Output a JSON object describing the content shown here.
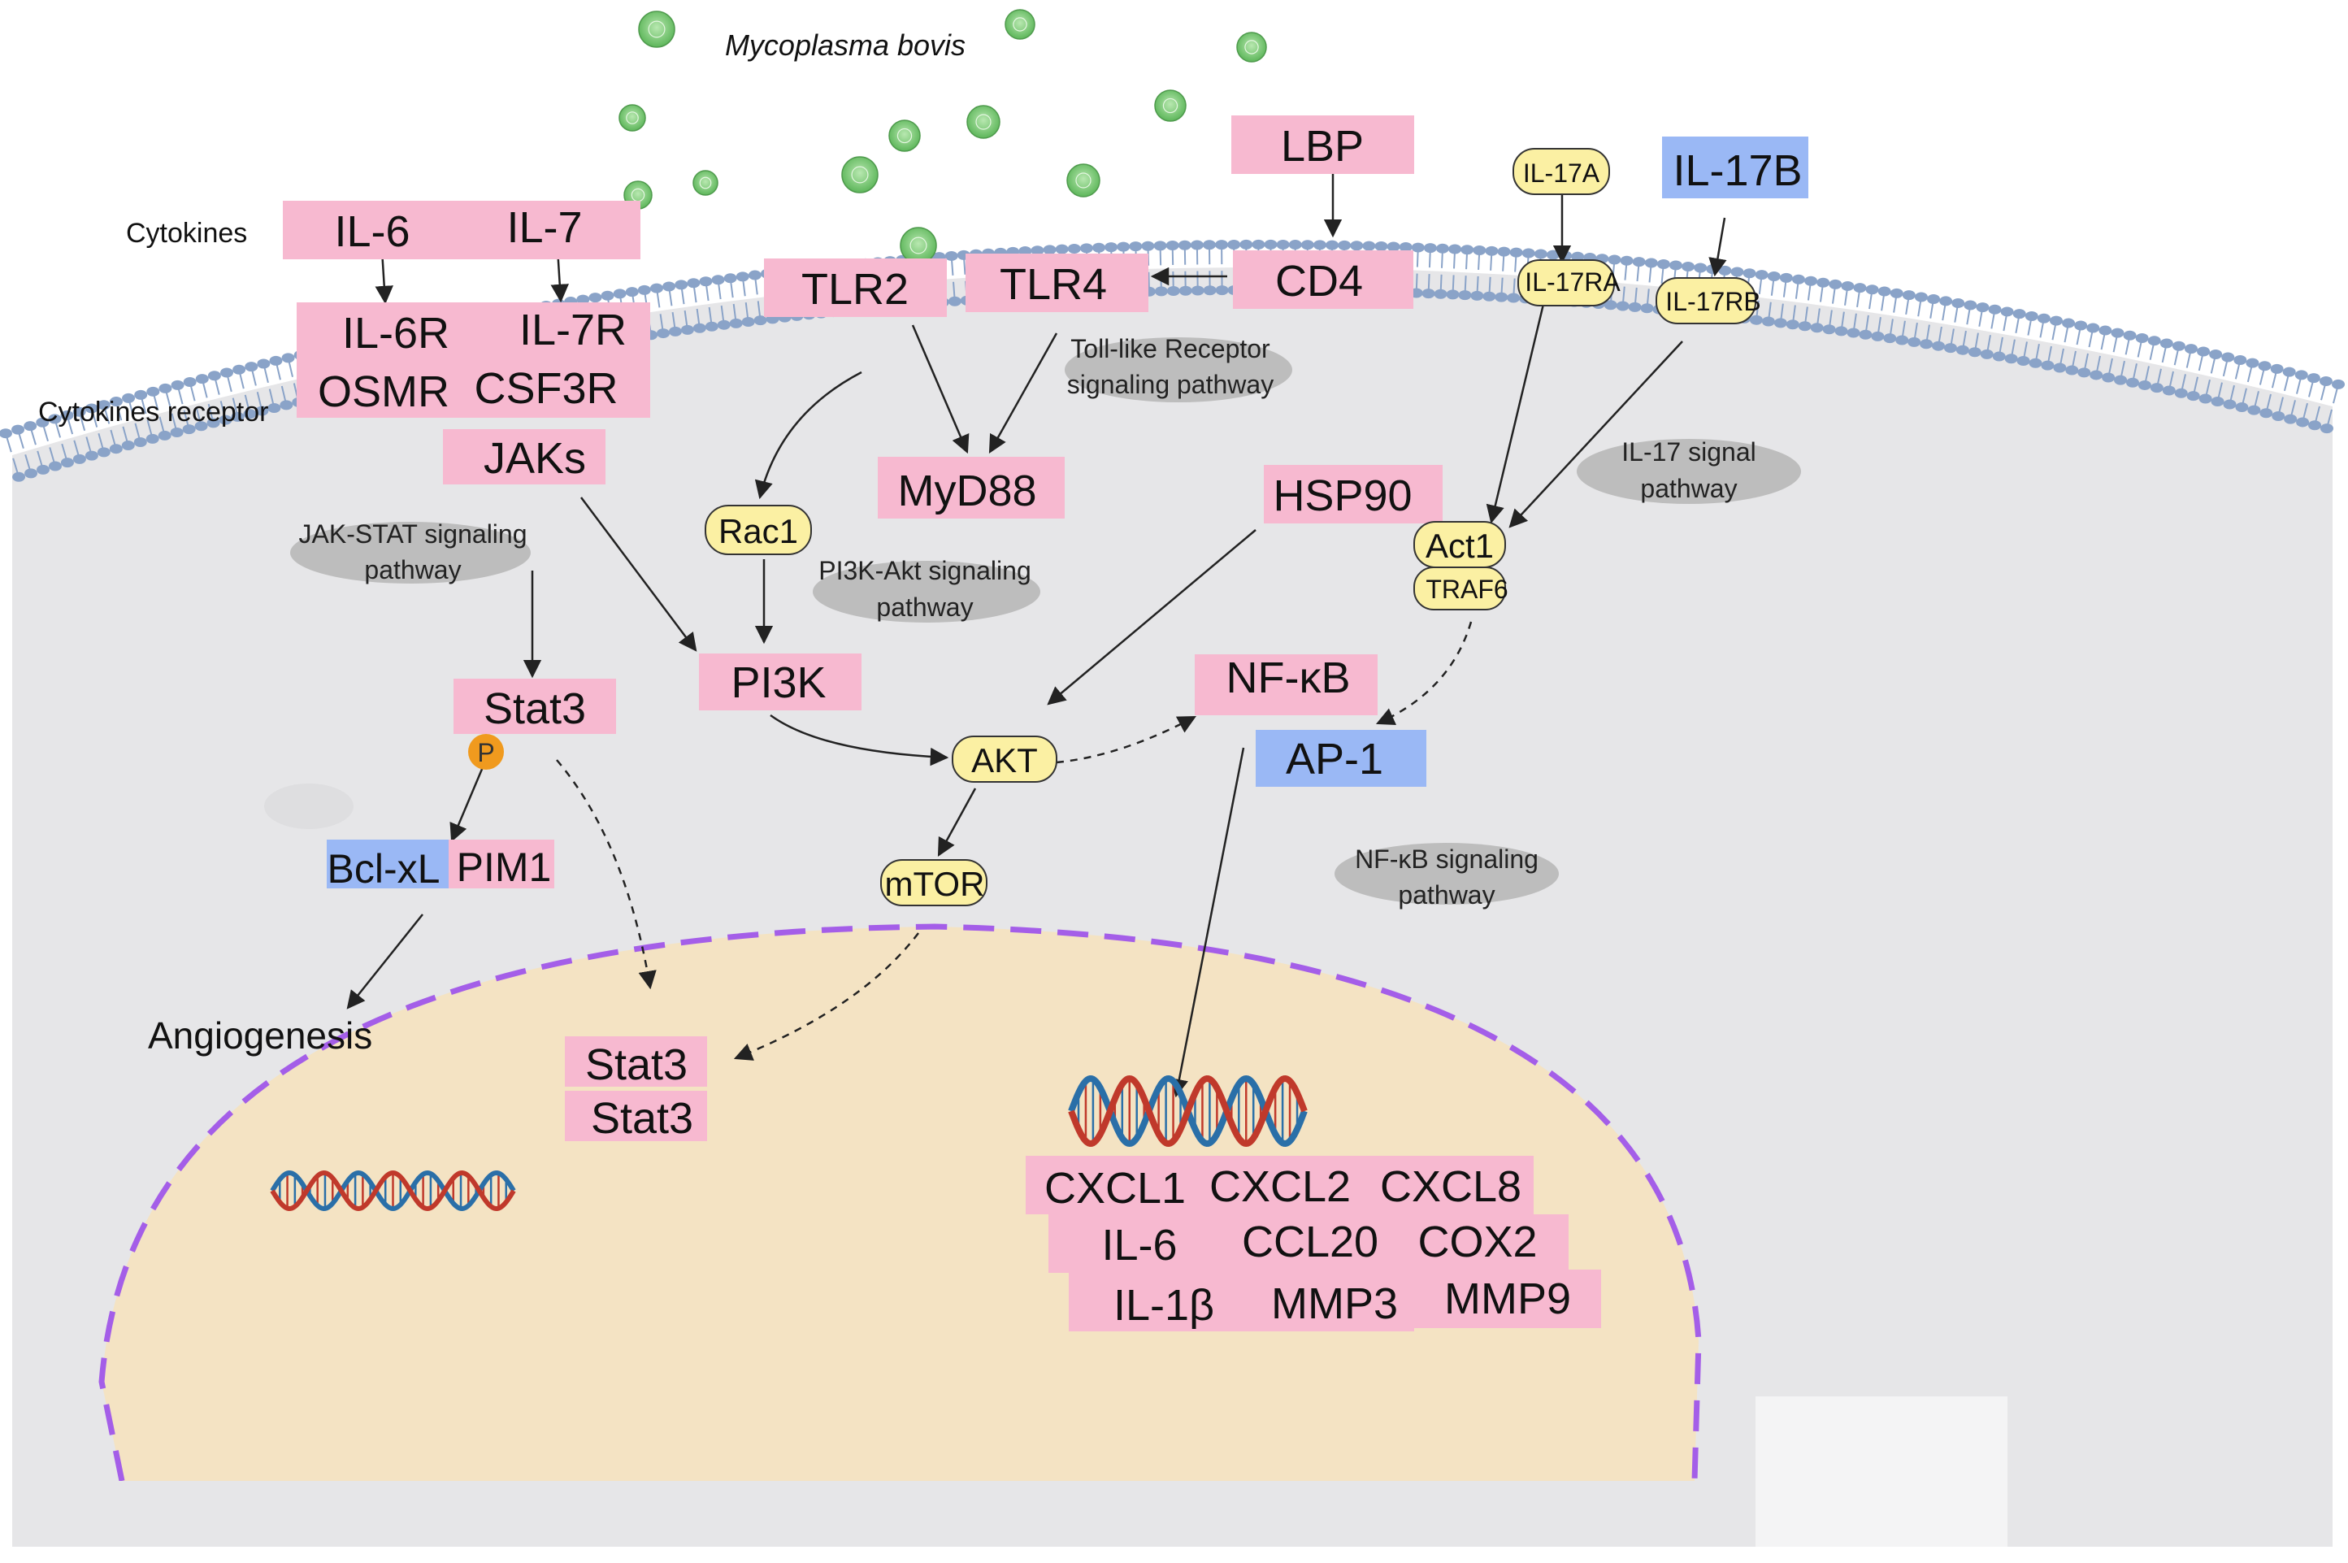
{
  "title": "Mycoplasma bovis",
  "side_labels": {
    "cytokines": "Cytokines",
    "cytokines_receptor": "Cytokines receptor",
    "angiogenesis": "Angiogenesis"
  },
  "pink_boxes": {
    "il6_top": "IL-6",
    "il7": "IL-7",
    "il6r": "IL-6R",
    "il7r": "IL-7R",
    "osmr": "OSMR",
    "csf3r": "CSF3R",
    "jaks": "JAKs",
    "tlr2": "TLR2",
    "tlr4": "TLR4",
    "lbp": "LBP",
    "cd4": "CD4",
    "myd88": "MyD88",
    "hsp90": "HSP90",
    "pi3k": "PI3K",
    "stat3_cyto": "Stat3",
    "nfkb": "NF-κB",
    "pim1": "PIM1",
    "stat3_nuc1": "Stat3",
    "stat3_nuc2": "Stat3",
    "cxcl1": "CXCL1",
    "cxcl2": "CXCL2",
    "cxcl8": "CXCL8",
    "il6_nuc": "IL-6",
    "ccl20": "CCL20",
    "cox2": "COX2",
    "il1b": "IL-1β",
    "mmp3": "MMP3",
    "mmp9": "MMP9"
  },
  "blue_boxes": {
    "il17b": "IL-17B",
    "ap1": "AP-1",
    "bclxl": "Bcl-xL"
  },
  "yellow_nodes": {
    "il17a": "IL-17A",
    "il17ra": "IL-17RA",
    "il17rb": "IL-17RB",
    "rac1": "Rac1",
    "act1": "Act1",
    "traf6": "TRAF6",
    "akt": "AKT",
    "mtor": "mTOR",
    "phospho": "P"
  },
  "pathways": {
    "tlr": [
      "Toll-like Receptor",
      "signaling pathway"
    ],
    "il17": [
      "IL-17 signal",
      "pathway"
    ],
    "jakstat": [
      "JAK-STAT signaling",
      "pathway"
    ],
    "pi3kakt": [
      "PI3K-Akt signaling",
      "pathway"
    ],
    "nfkb": [
      "NF-κB signaling",
      "pathway"
    ]
  },
  "colors": {
    "pink": "#f7b9d0",
    "blue": "#9ab8f5",
    "yellow": "#fbf0a3",
    "bacteria": "#7cc97a",
    "cell": "#e6e6e8",
    "nucleus": "#f4e3c3",
    "nucleus_border": "#a45ee8",
    "membrane": "#8aa3c8",
    "pathway_ellipse": "#bdbdbd",
    "phospho": "#f09a1e",
    "dna_red": "#c0392b",
    "dna_blue": "#2a6fa8"
  }
}
